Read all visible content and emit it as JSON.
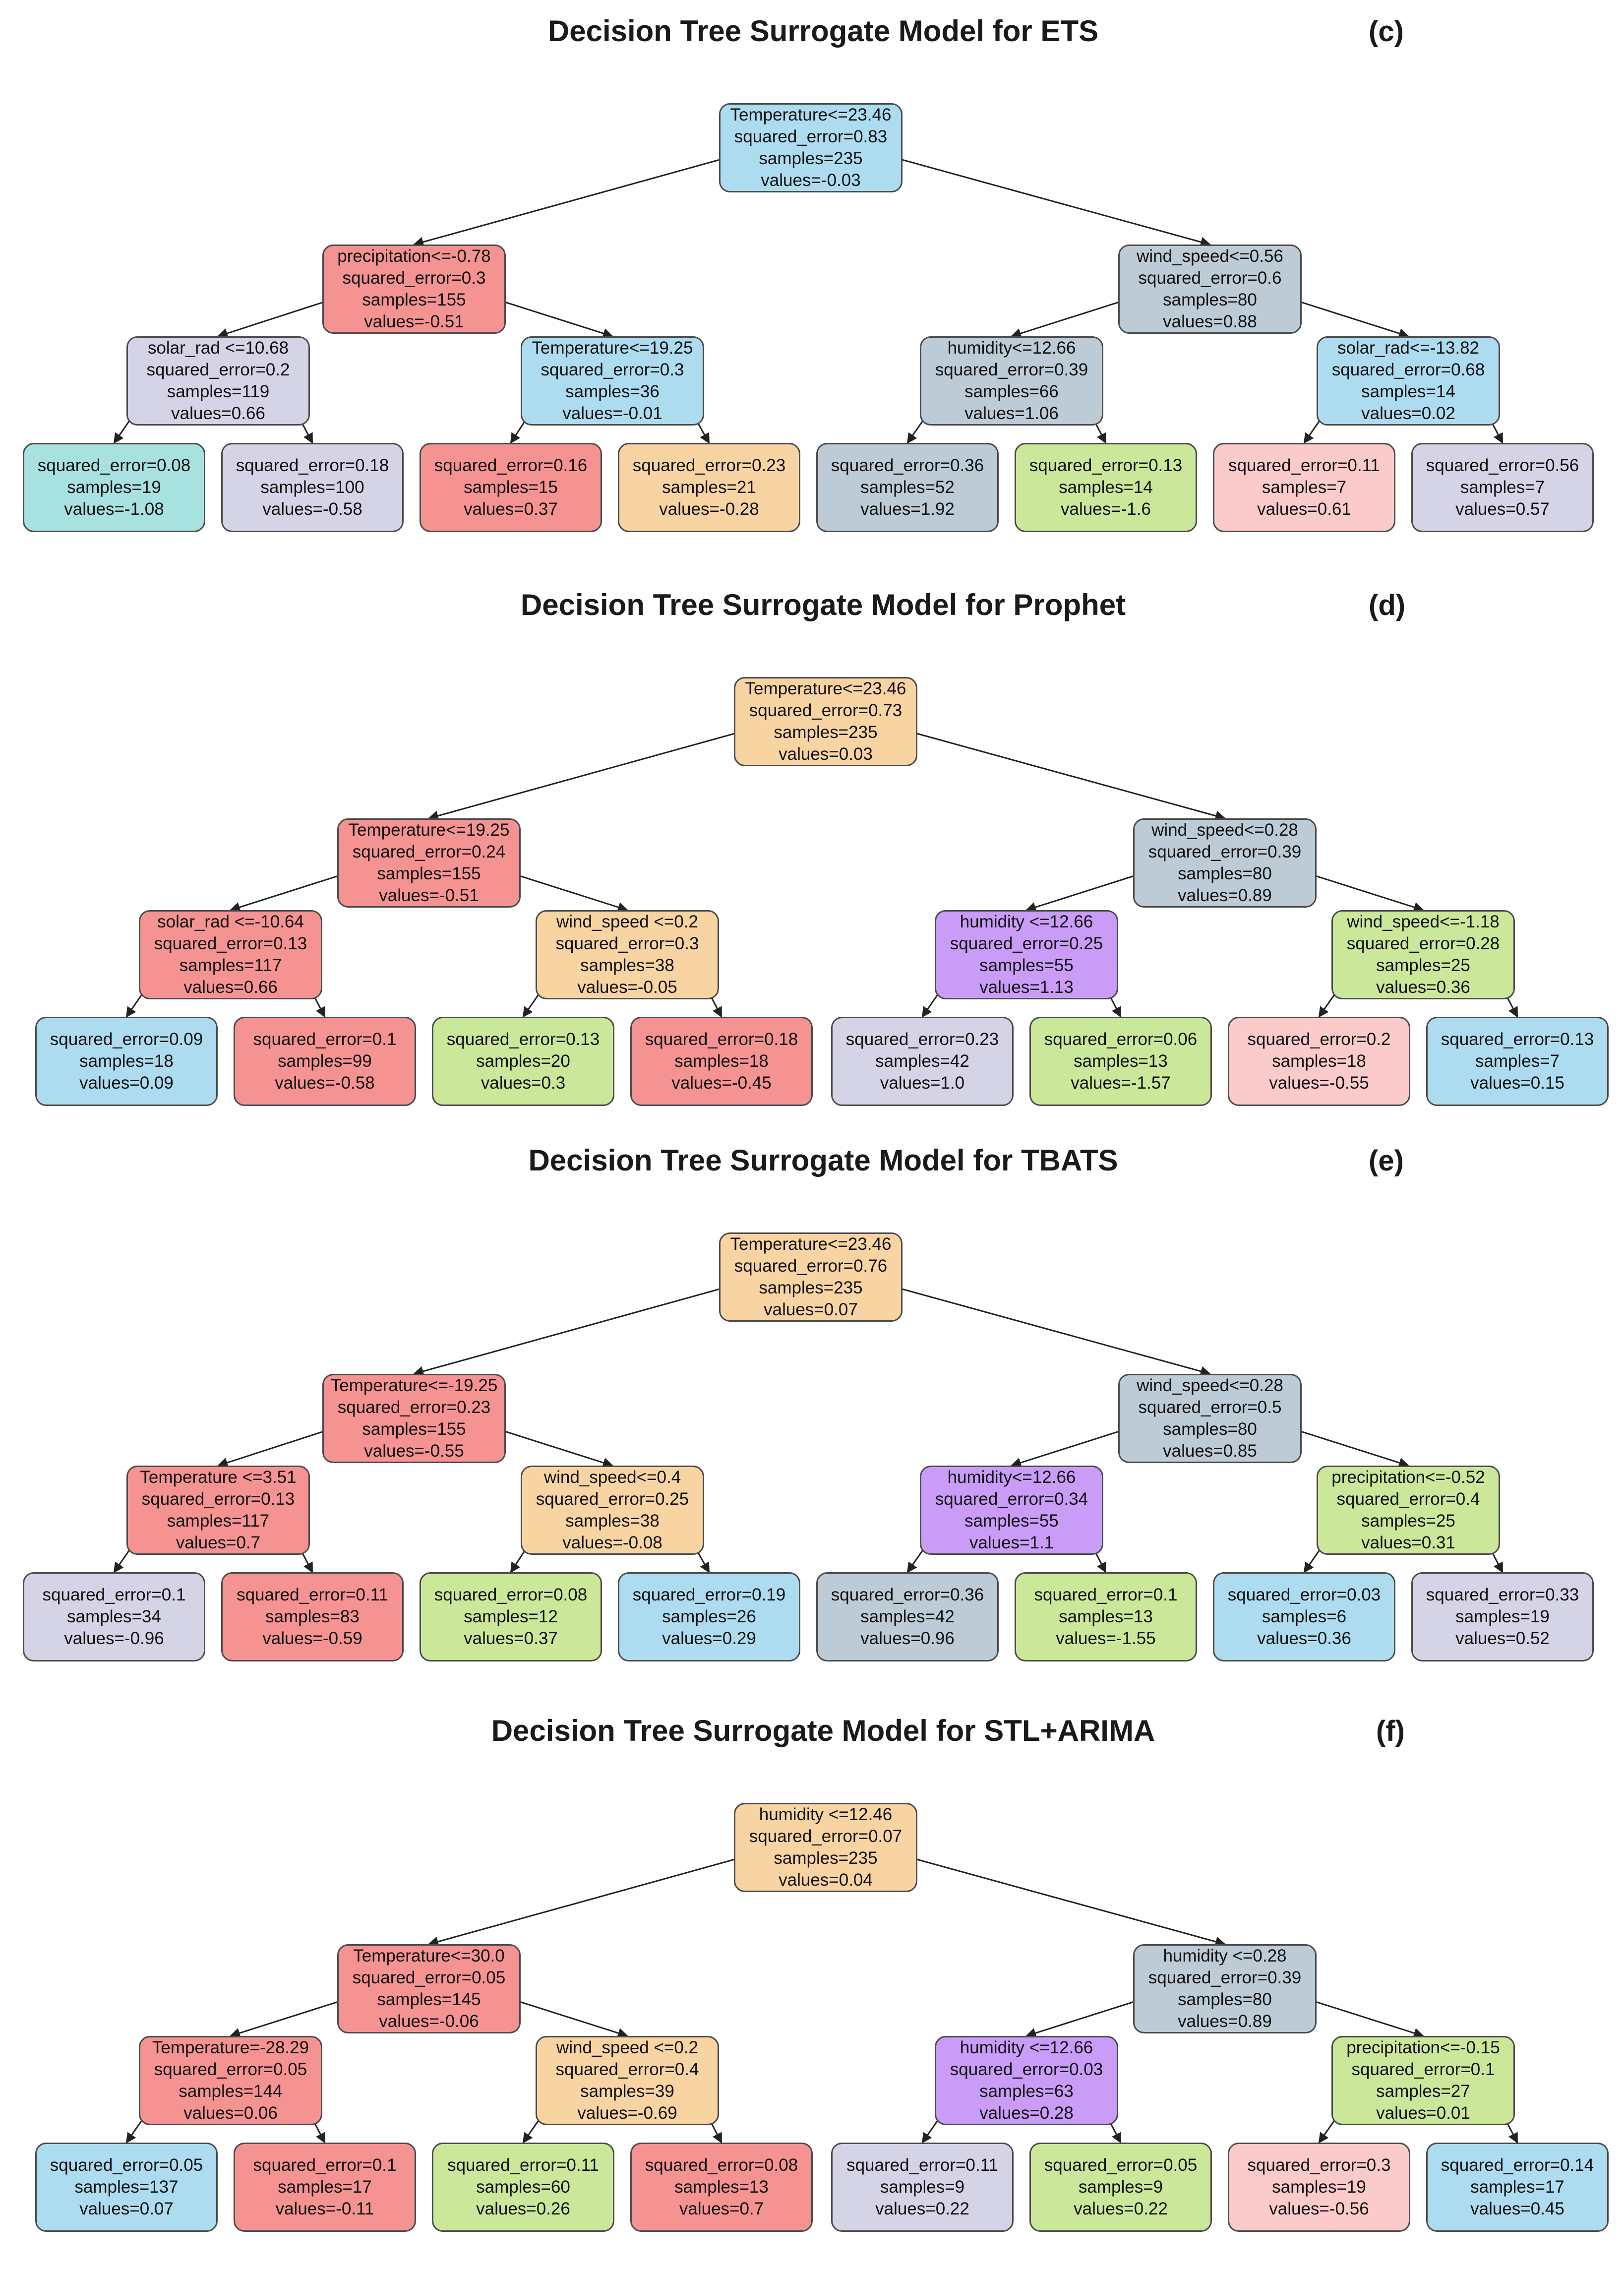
{
  "colors": {
    "blue": "#addcf0",
    "red": "#f59292",
    "lavender": "#d5d3e6",
    "steel": "#bccbd5",
    "orange": "#f9d4a3",
    "green": "#cbe79a",
    "pink": "#fbcbcc",
    "purple": "#c99cf8",
    "teal": "#a7e2e0"
  },
  "panels": [
    {
      "title": "Decision Tree Surrogate Model for ETS",
      "tag": "(c)",
      "nodes": [
        {
          "lines": [
            "Temperature<=23.46",
            "squared_error=0.83",
            "samples=235",
            "values=-0.03"
          ],
          "color": "blue"
        },
        {
          "lines": [
            "precipitation<=-0.78",
            "squared_error=0.3",
            "samples=155",
            "values=-0.51"
          ],
          "color": "red"
        },
        {
          "lines": [
            "wind_speed<=0.56",
            "squared_error=0.6",
            "samples=80",
            "values=0.88"
          ],
          "color": "steel"
        },
        {
          "lines": [
            "solar_rad <=10.68",
            "squared_error=0.2",
            "samples=119",
            "values=0.66"
          ],
          "color": "lavender"
        },
        {
          "lines": [
            "Temperature<=19.25",
            "squared_error=0.3",
            "samples=36",
            "values=-0.01"
          ],
          "color": "blue"
        },
        {
          "lines": [
            "humidity<=12.66",
            "squared_error=0.39",
            "samples=66",
            "values=1.06"
          ],
          "color": "steel"
        },
        {
          "lines": [
            "solar_rad<=-13.82",
            "squared_error=0.68",
            "samples=14",
            "values=0.02"
          ],
          "color": "blue"
        },
        {
          "lines": [
            "squared_error=0.08",
            "samples=19",
            "values=-1.08"
          ],
          "color": "teal"
        },
        {
          "lines": [
            "squared_error=0.18",
            "samples=100",
            "values=-0.58"
          ],
          "color": "lavender"
        },
        {
          "lines": [
            "squared_error=0.16",
            "samples=15",
            "values=0.37"
          ],
          "color": "red"
        },
        {
          "lines": [
            "squared_error=0.23",
            "samples=21",
            "values=-0.28"
          ],
          "color": "orange"
        },
        {
          "lines": [
            "squared_error=0.36",
            "samples=52",
            "values=1.92"
          ],
          "color": "steel"
        },
        {
          "lines": [
            "squared_error=0.13",
            "samples=14",
            "values=-1.6"
          ],
          "color": "green"
        },
        {
          "lines": [
            "squared_error=0.11",
            "samples=7",
            "values=0.61"
          ],
          "color": "pink"
        },
        {
          "lines": [
            "squared_error=0.56",
            "samples=7",
            "values=0.57"
          ],
          "color": "lavender"
        }
      ]
    },
    {
      "title": "Decision Tree Surrogate Model for Prophet",
      "tag": "(d)",
      "nodes": [
        {
          "lines": [
            "Temperature<=23.46",
            "squared_error=0.73",
            "samples=235",
            "values=0.03"
          ],
          "color": "orange"
        },
        {
          "lines": [
            "Temperature<=19.25",
            "squared_error=0.24",
            "samples=155",
            "values=-0.51"
          ],
          "color": "red"
        },
        {
          "lines": [
            "wind_speed<=0.28",
            "squared_error=0.39",
            "samples=80",
            "values=0.89"
          ],
          "color": "steel"
        },
        {
          "lines": [
            "solar_rad <=-10.64",
            "squared_error=0.13",
            "samples=117",
            "values=0.66"
          ],
          "color": "red"
        },
        {
          "lines": [
            "wind_speed <=0.2",
            "squared_error=0.3",
            "samples=38",
            "values=-0.05"
          ],
          "color": "orange"
        },
        {
          "lines": [
            "humidity <=12.66",
            "squared_error=0.25",
            "samples=55",
            "values=1.13"
          ],
          "color": "purple"
        },
        {
          "lines": [
            "wind_speed<=-1.18",
            "squared_error=0.28",
            "samples=25",
            "values=0.36"
          ],
          "color": "green"
        },
        {
          "lines": [
            "squared_error=0.09",
            "samples=18",
            "values=0.09"
          ],
          "color": "blue"
        },
        {
          "lines": [
            "squared_error=0.1",
            "samples=99",
            "values=-0.58"
          ],
          "color": "red"
        },
        {
          "lines": [
            "squared_error=0.13",
            "samples=20",
            "values=0.3"
          ],
          "color": "green"
        },
        {
          "lines": [
            "squared_error=0.18",
            "samples=18",
            "values=-0.45"
          ],
          "color": "red"
        },
        {
          "lines": [
            "squared_error=0.23",
            "samples=42",
            "values=1.0"
          ],
          "color": "lavender"
        },
        {
          "lines": [
            "squared_error=0.06",
            "samples=13",
            "values=-1.57"
          ],
          "color": "green"
        },
        {
          "lines": [
            "squared_error=0.2",
            "samples=18",
            "values=-0.55"
          ],
          "color": "pink"
        },
        {
          "lines": [
            "squared_error=0.13",
            "samples=7",
            "values=0.15"
          ],
          "color": "blue"
        }
      ]
    },
    {
      "title": "Decision Tree Surrogate Model for TBATS",
      "tag": "(e)",
      "nodes": [
        {
          "lines": [
            "Temperature<=23.46",
            "squared_error=0.76",
            "samples=235",
            "values=0.07"
          ],
          "color": "orange"
        },
        {
          "lines": [
            "Temperature<=-19.25",
            "squared_error=0.23",
            "samples=155",
            "values=-0.55"
          ],
          "color": "red"
        },
        {
          "lines": [
            "wind_speed<=0.28",
            "squared_error=0.5",
            "samples=80",
            "values=0.85"
          ],
          "color": "steel"
        },
        {
          "lines": [
            "Temperature <=3.51",
            "squared_error=0.13",
            "samples=117",
            "values=0.7"
          ],
          "color": "red"
        },
        {
          "lines": [
            "wind_speed<=0.4",
            "squared_error=0.25",
            "samples=38",
            "values=-0.08"
          ],
          "color": "orange"
        },
        {
          "lines": [
            "humidity<=12.66",
            "squared_error=0.34",
            "samples=55",
            "values=1.1"
          ],
          "color": "purple"
        },
        {
          "lines": [
            "precipitation<=-0.52",
            "squared_error=0.4",
            "samples=25",
            "values=0.31"
          ],
          "color": "green"
        },
        {
          "lines": [
            "squared_error=0.1",
            "samples=34",
            "values=-0.96"
          ],
          "color": "lavender"
        },
        {
          "lines": [
            "squared_error=0.11",
            "samples=83",
            "values=-0.59"
          ],
          "color": "red"
        },
        {
          "lines": [
            "squared_error=0.08",
            "samples=12",
            "values=0.37"
          ],
          "color": "green"
        },
        {
          "lines": [
            "squared_error=0.19",
            "samples=26",
            "values=0.29"
          ],
          "color": "blue"
        },
        {
          "lines": [
            "squared_error=0.36",
            "samples=42",
            "values=0.96"
          ],
          "color": "steel"
        },
        {
          "lines": [
            "squared_error=0.1",
            "samples=13",
            "values=-1.55"
          ],
          "color": "green"
        },
        {
          "lines": [
            "squared_error=0.03",
            "samples=6",
            "values=0.36"
          ],
          "color": "blue"
        },
        {
          "lines": [
            "squared_error=0.33",
            "samples=19",
            "values=0.52"
          ],
          "color": "lavender"
        }
      ]
    },
    {
      "title": "Decision Tree Surrogate Model for STL+ARIMA",
      "tag": "(f)",
      "nodes": [
        {
          "lines": [
            "humidity <=12.46",
            "squared_error=0.07",
            "samples=235",
            "values=0.04"
          ],
          "color": "orange"
        },
        {
          "lines": [
            "Temperature<=30.0",
            "squared_error=0.05",
            "samples=145",
            "values=-0.06"
          ],
          "color": "red"
        },
        {
          "lines": [
            "humidity <=0.28",
            "squared_error=0.39",
            "samples=80",
            "values=0.89"
          ],
          "color": "steel"
        },
        {
          "lines": [
            "Temperature=-28.29",
            "squared_error=0.05",
            "samples=144",
            "values=0.06"
          ],
          "color": "red"
        },
        {
          "lines": [
            "wind_speed <=0.2",
            "squared_error=0.4",
            "samples=39",
            "values=-0.69"
          ],
          "color": "orange"
        },
        {
          "lines": [
            "humidity <=12.66",
            "squared_error=0.03",
            "samples=63",
            "values=0.28"
          ],
          "color": "purple"
        },
        {
          "lines": [
            "precipitation<=-0.15",
            "squared_error=0.1",
            "samples=27",
            "values=0.01"
          ],
          "color": "green"
        },
        {
          "lines": [
            "squared_error=0.05",
            "samples=137",
            "values=0.07"
          ],
          "color": "blue"
        },
        {
          "lines": [
            "squared_error=0.1",
            "samples=17",
            "values=-0.11"
          ],
          "color": "red"
        },
        {
          "lines": [
            "squared_error=0.11",
            "samples=60",
            "values=0.26"
          ],
          "color": "green"
        },
        {
          "lines": [
            "squared_error=0.08",
            "samples=13",
            "values=0.7"
          ],
          "color": "red"
        },
        {
          "lines": [
            "squared_error=0.11",
            "samples=9",
            "values=0.22"
          ],
          "color": "lavender"
        },
        {
          "lines": [
            "squared_error=0.05",
            "samples=9",
            "values=0.22"
          ],
          "color": "green"
        },
        {
          "lines": [
            "squared_error=0.3",
            "samples=19",
            "values=-0.56"
          ],
          "color": "pink"
        },
        {
          "lines": [
            "squared_error=0.14",
            "samples=17",
            "values=0.45"
          ],
          "color": "blue"
        }
      ]
    }
  ]
}
